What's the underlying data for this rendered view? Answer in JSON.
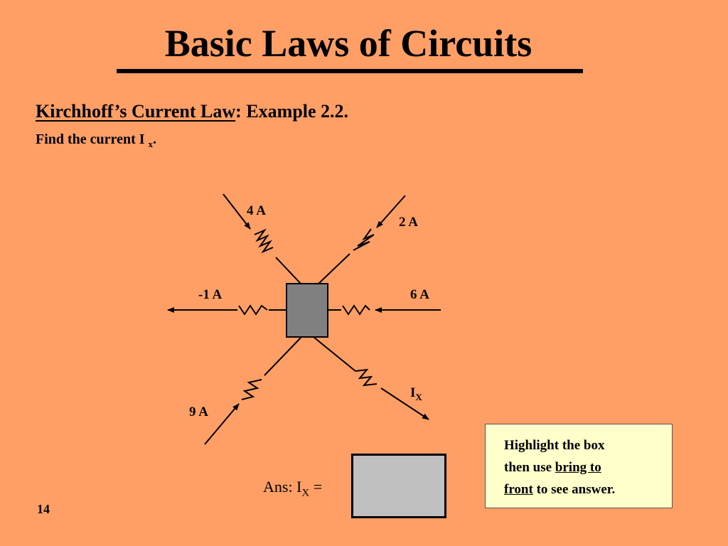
{
  "slide": {
    "title": "Basic Laws of Circuits",
    "subtitle_law": "Kirchhoff’s Current Law",
    "subtitle_rest": ":  Example  2.2.",
    "instruction_prefix": "Find the current I ",
    "instruction_sub": "x",
    "instruction_suffix": ".",
    "page_number": "14"
  },
  "diagram": {
    "labels": {
      "top_left": "4 A",
      "top_right": "2 A",
      "left": "-1 A",
      "right": "6 A",
      "bottom_left": "9 A",
      "bottom_right_main": "I",
      "bottom_right_sub": "X"
    },
    "node_color": "#808080"
  },
  "answer": {
    "prefix": "Ans:  I",
    "sub": "X",
    "suffix": " ="
  },
  "note": {
    "line1": "Highlight the box",
    "line2_pre": "then use ",
    "line2_link": "bring to",
    "line3_link": "front",
    "line3_post": " to see answer."
  },
  "colors": {
    "background": "#ff9f66",
    "note_background": "#ffffcc",
    "answer_box": "#c0c0c0"
  }
}
